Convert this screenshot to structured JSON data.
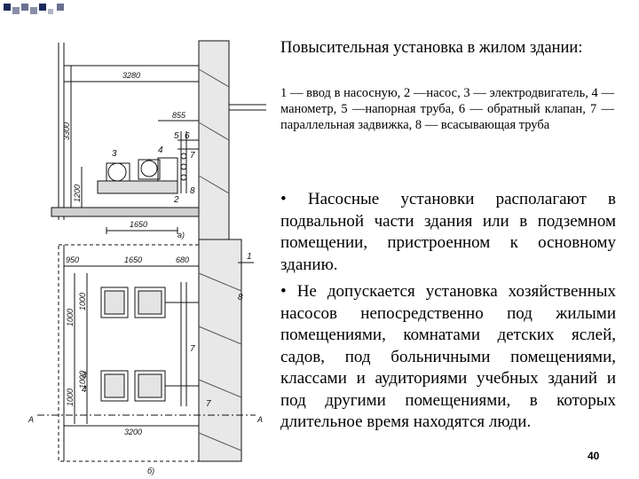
{
  "slide": {
    "title": "Повысительная установка в жилом здании:",
    "caption": "1 — ввод в насосную, 2 —насос, 3 — электродвигатель, 4 — манометр, 5 —напорная труба, 6 — обратный клапан, 7 — параллельная задвижка, 8 — всасывающая труба",
    "bullets": [
      "• Насосные установки располагают в подвальной части здания или в подземном помещении, пристроенном к основному зданию.",
      "• Не допускается установка хозяйственных насосов непосредственно под жилыми помещениями, комнатами детских яслей, садов, под больничными помещениями, классами и аудиториями учебных зданий и под другими помещениями, в которых длительное время находятся люди."
    ],
    "page_number": "40"
  },
  "drawing": {
    "labels": {
      "top_width": "3280",
      "room_height": "3300",
      "base_height": "1200",
      "pump_offset": "855",
      "floor_width": "1650",
      "view_a": "а)",
      "view_b": "б)",
      "plan_left": "950",
      "plan_width": "1650",
      "plan_right": "680",
      "plan_v1": "1000",
      "plan_v2": "1000",
      "plan_v3": "1000",
      "plan_v4": "1000",
      "plan_bottom": "3200",
      "section_a_left": "А",
      "section_a_right": "А"
    },
    "callouts_top": [
      "5",
      "6",
      "7",
      "3",
      "4",
      "8",
      "2"
    ],
    "callouts_plan": [
      "1",
      "8",
      "7",
      "3",
      "4",
      "7"
    ]
  },
  "colors": {
    "deco_dark": "#1c2a5a",
    "deco_light": "#8a8fa8",
    "line": "#111111"
  }
}
